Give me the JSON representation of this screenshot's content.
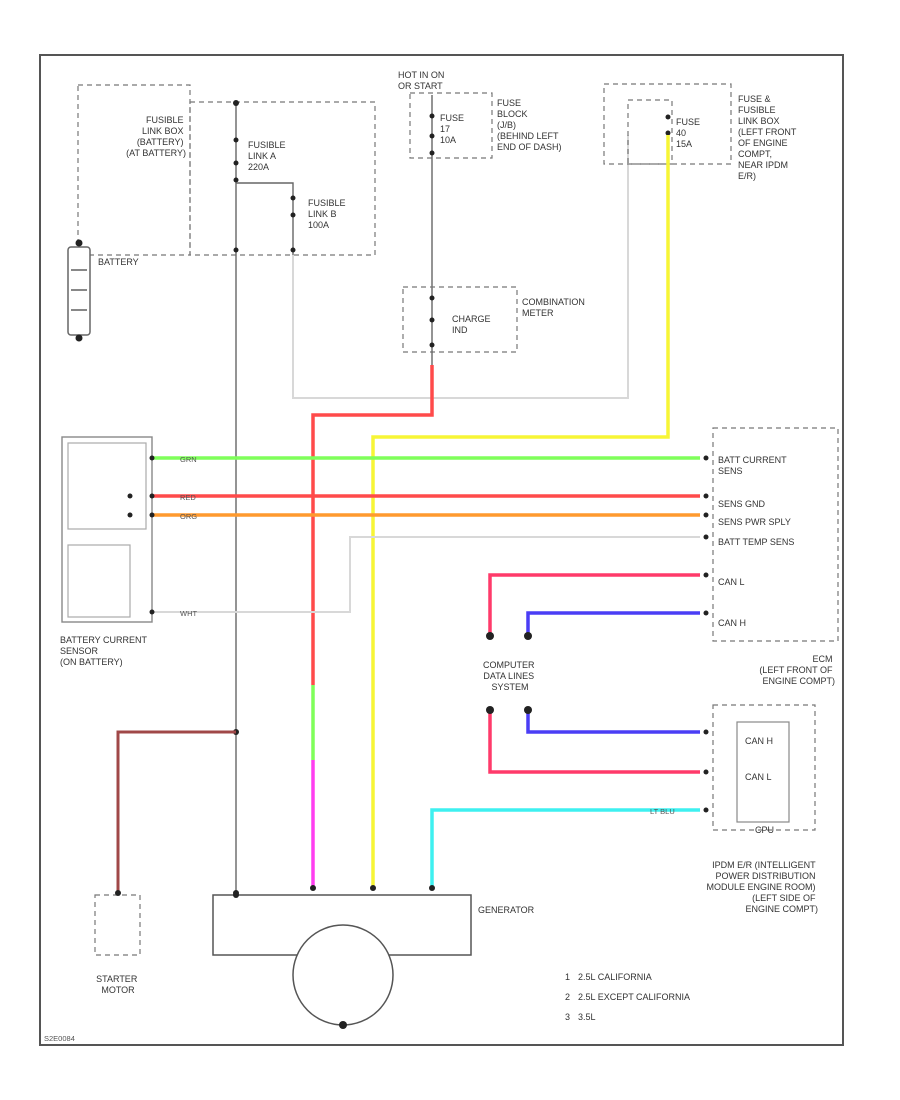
{
  "diagram": {
    "fuse_header": "HOT IN ON\nOR START",
    "fuses": {
      "fusible_link_a": "FUSIBLE\nLINK A\n220A",
      "fusible_link_b": "FUSIBLE\nLINK B\n100A",
      "fuse_10a": "FUSE\n17\n10A",
      "fuse_40": "FUSE\n40\n15A"
    },
    "components": {
      "fusible_link_box": "FUSIBLE\nLINK BOX\n(BATTERY)\n(AT BATTERY)",
      "battery": "BATTERY",
      "fuse_block": "FUSE\nBLOCK\n(J/B)\n(BEHIND LEFT\nEND OF DASH)",
      "fuse_link_box_ipdm": "FUSE &\nFUSIBLE\nLINK BOX\n(LEFT FRONT\nOF ENGINE\nCOMPT,\nNEAR IPDM\nE/R)",
      "combination_meter": "COMBINATION\nMETER",
      "charge_ind": "CHARGE\nIND",
      "battery_current_sensor": "BATTERY CURRENT\nSENSOR\n(ON BATTERY)",
      "ecm": "ECM\n(LEFT FRONT OF\nENGINE COMPT)",
      "ecm_signals": [
        "BATT CURRENT\nSENS",
        "SENS GND",
        "SENS PWR SPLY",
        "BATT TEMP SENS",
        "CAN L",
        "CAN H"
      ],
      "computer_data_lines": "COMPUTER\nDATA LINES\nSYSTEM",
      "ipdm": "IPDM E/R (INTELLIGENT\nPOWER DISTRIBUTION\nMODULE ENGINE ROOM)\n(LEFT SIDE OF\nENGINE COMPT)",
      "ipdm_internal": [
        "CAN H",
        "CAN L",
        "CPU"
      ],
      "generator": "GENERATOR",
      "starter_motor": "STARTER\nMOTOR"
    },
    "wire_colors": [
      "GRN",
      "RED",
      "ORG",
      "WHT",
      "PNK",
      "BLU",
      "LT BLU",
      "YEL",
      "BLK/RED",
      "BRN/WHT"
    ],
    "notes": [
      {
        "n": "1",
        "text": "2.5L CALIFORNIA"
      },
      {
        "n": "2",
        "text": "2.5L EXCEPT CALIFORNIA"
      },
      {
        "n": "3",
        "text": "3.5L"
      }
    ],
    "diagram_id": "S2E0084"
  }
}
